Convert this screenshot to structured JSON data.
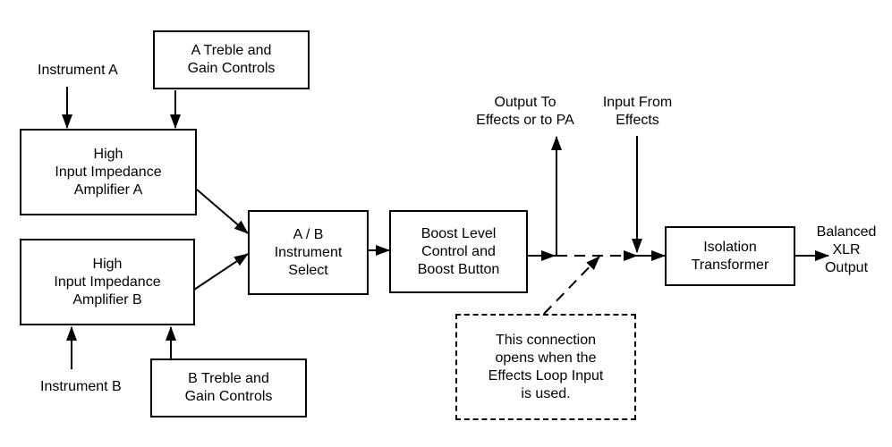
{
  "diagram": {
    "colors": {
      "stroke": "#000000",
      "background": "#ffffff"
    },
    "blocks": {
      "a_controls": [
        "A Treble  and",
        "Gain Controls"
      ],
      "b_controls": [
        "B Treble  and",
        "Gain Controls"
      ],
      "amp_a": [
        "High",
        "Input Impedance",
        "Amplifier A"
      ],
      "amp_b": [
        "High",
        "Input Impedance",
        "Amplifier B"
      ],
      "ab_select": [
        "A / B",
        "Instrument",
        "Select"
      ],
      "boost": [
        "Boost Level",
        "Control and",
        "Boost Button"
      ],
      "isolation": [
        "Isolation",
        "Transformer"
      ],
      "note": [
        "This connection",
        "opens when the",
        "Effects Loop Input",
        "is used."
      ]
    },
    "labels": {
      "instrument_a": "Instrument A",
      "instrument_b": "Instrument B",
      "output_to_effects": [
        "Output To",
        "Effects or to PA"
      ],
      "input_from_effects": [
        "Input From",
        "Effects"
      ],
      "balanced_output": [
        "Balanced",
        "XLR",
        "Output"
      ]
    }
  }
}
